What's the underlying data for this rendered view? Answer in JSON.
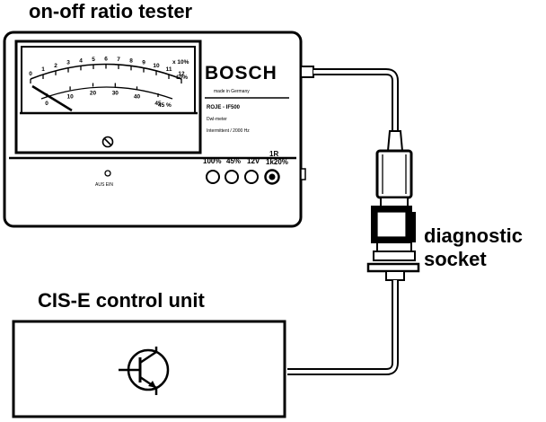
{
  "labels": {
    "tester_title": "on-off ratio tester",
    "control_unit_title": "CIS-E control unit",
    "socket_line1": "diagnostic",
    "socket_line2": "socket"
  },
  "tester": {
    "brand": "BOSCH",
    "made_in": "made in Germany",
    "model": "ROJE - IF500",
    "description_1": "Dwl-meter",
    "description_2": "Intermittent / 2000 Hz",
    "switch_label": "AUS EIN",
    "buttons": [
      {
        "label": "100%"
      },
      {
        "label": "45%"
      },
      {
        "label": "12V"
      },
      {
        "label": "1R",
        "label2": "1k20%"
      }
    ],
    "scale_top": [
      "0",
      "1",
      "2",
      "3",
      "4",
      "5",
      "6",
      "7",
      "8",
      "9",
      "10",
      "11",
      "12"
    ],
    "scale_top_end": "x 10%",
    "scale_bottom": [
      "0",
      "10",
      "20",
      "30",
      "40",
      "45"
    ],
    "scale_bottom_end": "45 %",
    "scale_top_right": "10%"
  },
  "colors": {
    "ink": "#000000",
    "paper": "#ffffff"
  }
}
